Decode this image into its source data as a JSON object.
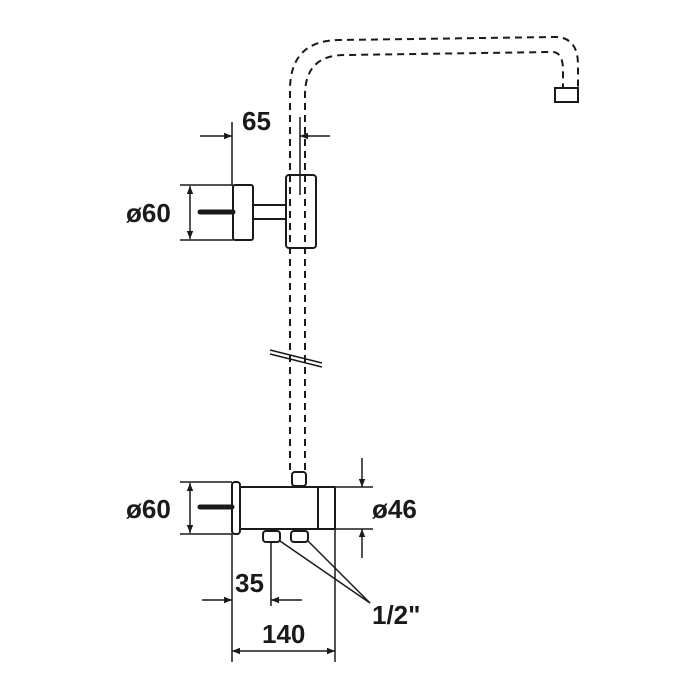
{
  "drawing": {
    "dimensions": {
      "offset": "65",
      "upper_wall_plate_diameter": "ø60",
      "lower_wall_plate_diameter": "ø60",
      "body_diameter": "ø46",
      "inlet_distance": "35",
      "body_length": "140",
      "thread_size": "1/2\""
    }
  }
}
